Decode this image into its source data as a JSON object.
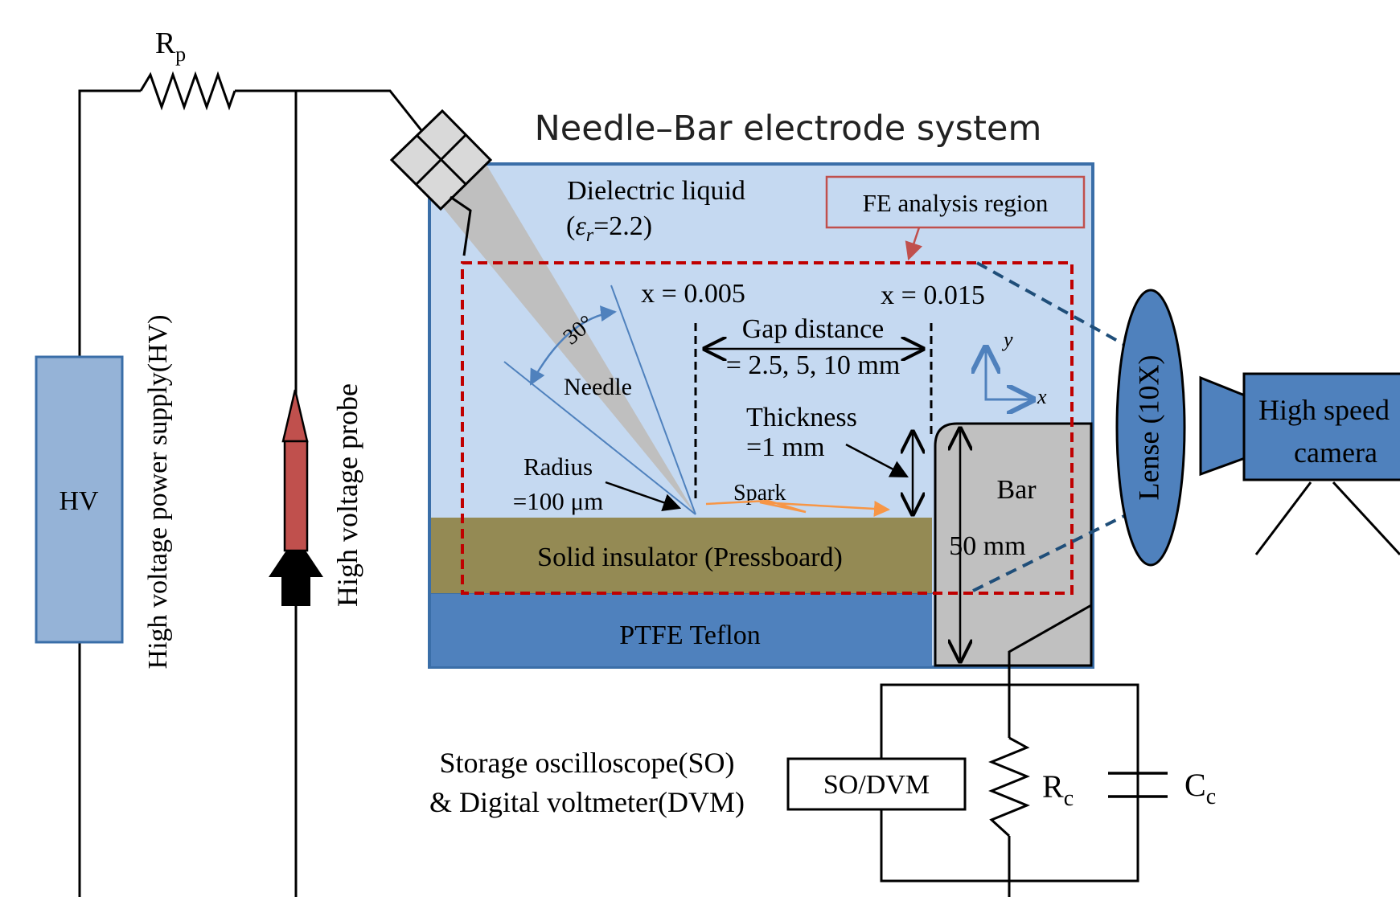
{
  "title": "Needle–Bar electrode system",
  "labels": {
    "rp_main": "R",
    "rp_sub": "p",
    "hv_box": "HV",
    "hv_supply": "High voltage power supply(HV)",
    "hv_probe": "High voltage probe",
    "dielectric_line1": "Dielectric liquid",
    "dielectric_line2_open": "(",
    "dielectric_eps": "ε",
    "dielectric_eps_sub": "r",
    "dielectric_line2_rest": "=2.2)",
    "fe_region": "FE analysis region",
    "x1": "x = 0.005",
    "x2": "x = 0.015",
    "angle": "30°",
    "needle": "Needle",
    "gap_line1": "Gap distance",
    "gap_line2": "= 2.5, 5, 10 mm",
    "axis_y": "y",
    "axis_x": "x",
    "thickness_line1": "Thickness",
    "thickness_line2": "=1 mm",
    "radius_line1": "Radius",
    "radius_line2": "=100 μm",
    "spark": "Spark",
    "bar": "Bar",
    "solid_insulator": "Solid insulator (Pressboard)",
    "bar_height": "50 mm",
    "ptfe": "PTFE Teflon",
    "lense": "Lense (10X)",
    "camera_line1": "High speed",
    "camera_line2": "camera",
    "so_line1": "Storage oscilloscope(SO)",
    "so_line2": "& Digital voltmeter(DVM)",
    "so_box": "SO/DVM",
    "rc_main": "R",
    "rc_sub": "c",
    "cc_main": "C",
    "cc_sub": "c"
  },
  "colors": {
    "liquid": "#c5d9f1",
    "tank_border": "#3a6ea8",
    "ptfe": "#4f81bd",
    "pressboard": "#948a54",
    "bar": "#c0c0c0",
    "hv_box": "#95b3d7",
    "probe_red": "#c0504d",
    "fe_dash": "#c00000",
    "needle_gray": "#bfbfbf",
    "angle_blue": "#4f81bd",
    "spark_orange": "#f79646",
    "lens_blue": "#4f81bd",
    "dark_blue": "#1f4e79"
  }
}
